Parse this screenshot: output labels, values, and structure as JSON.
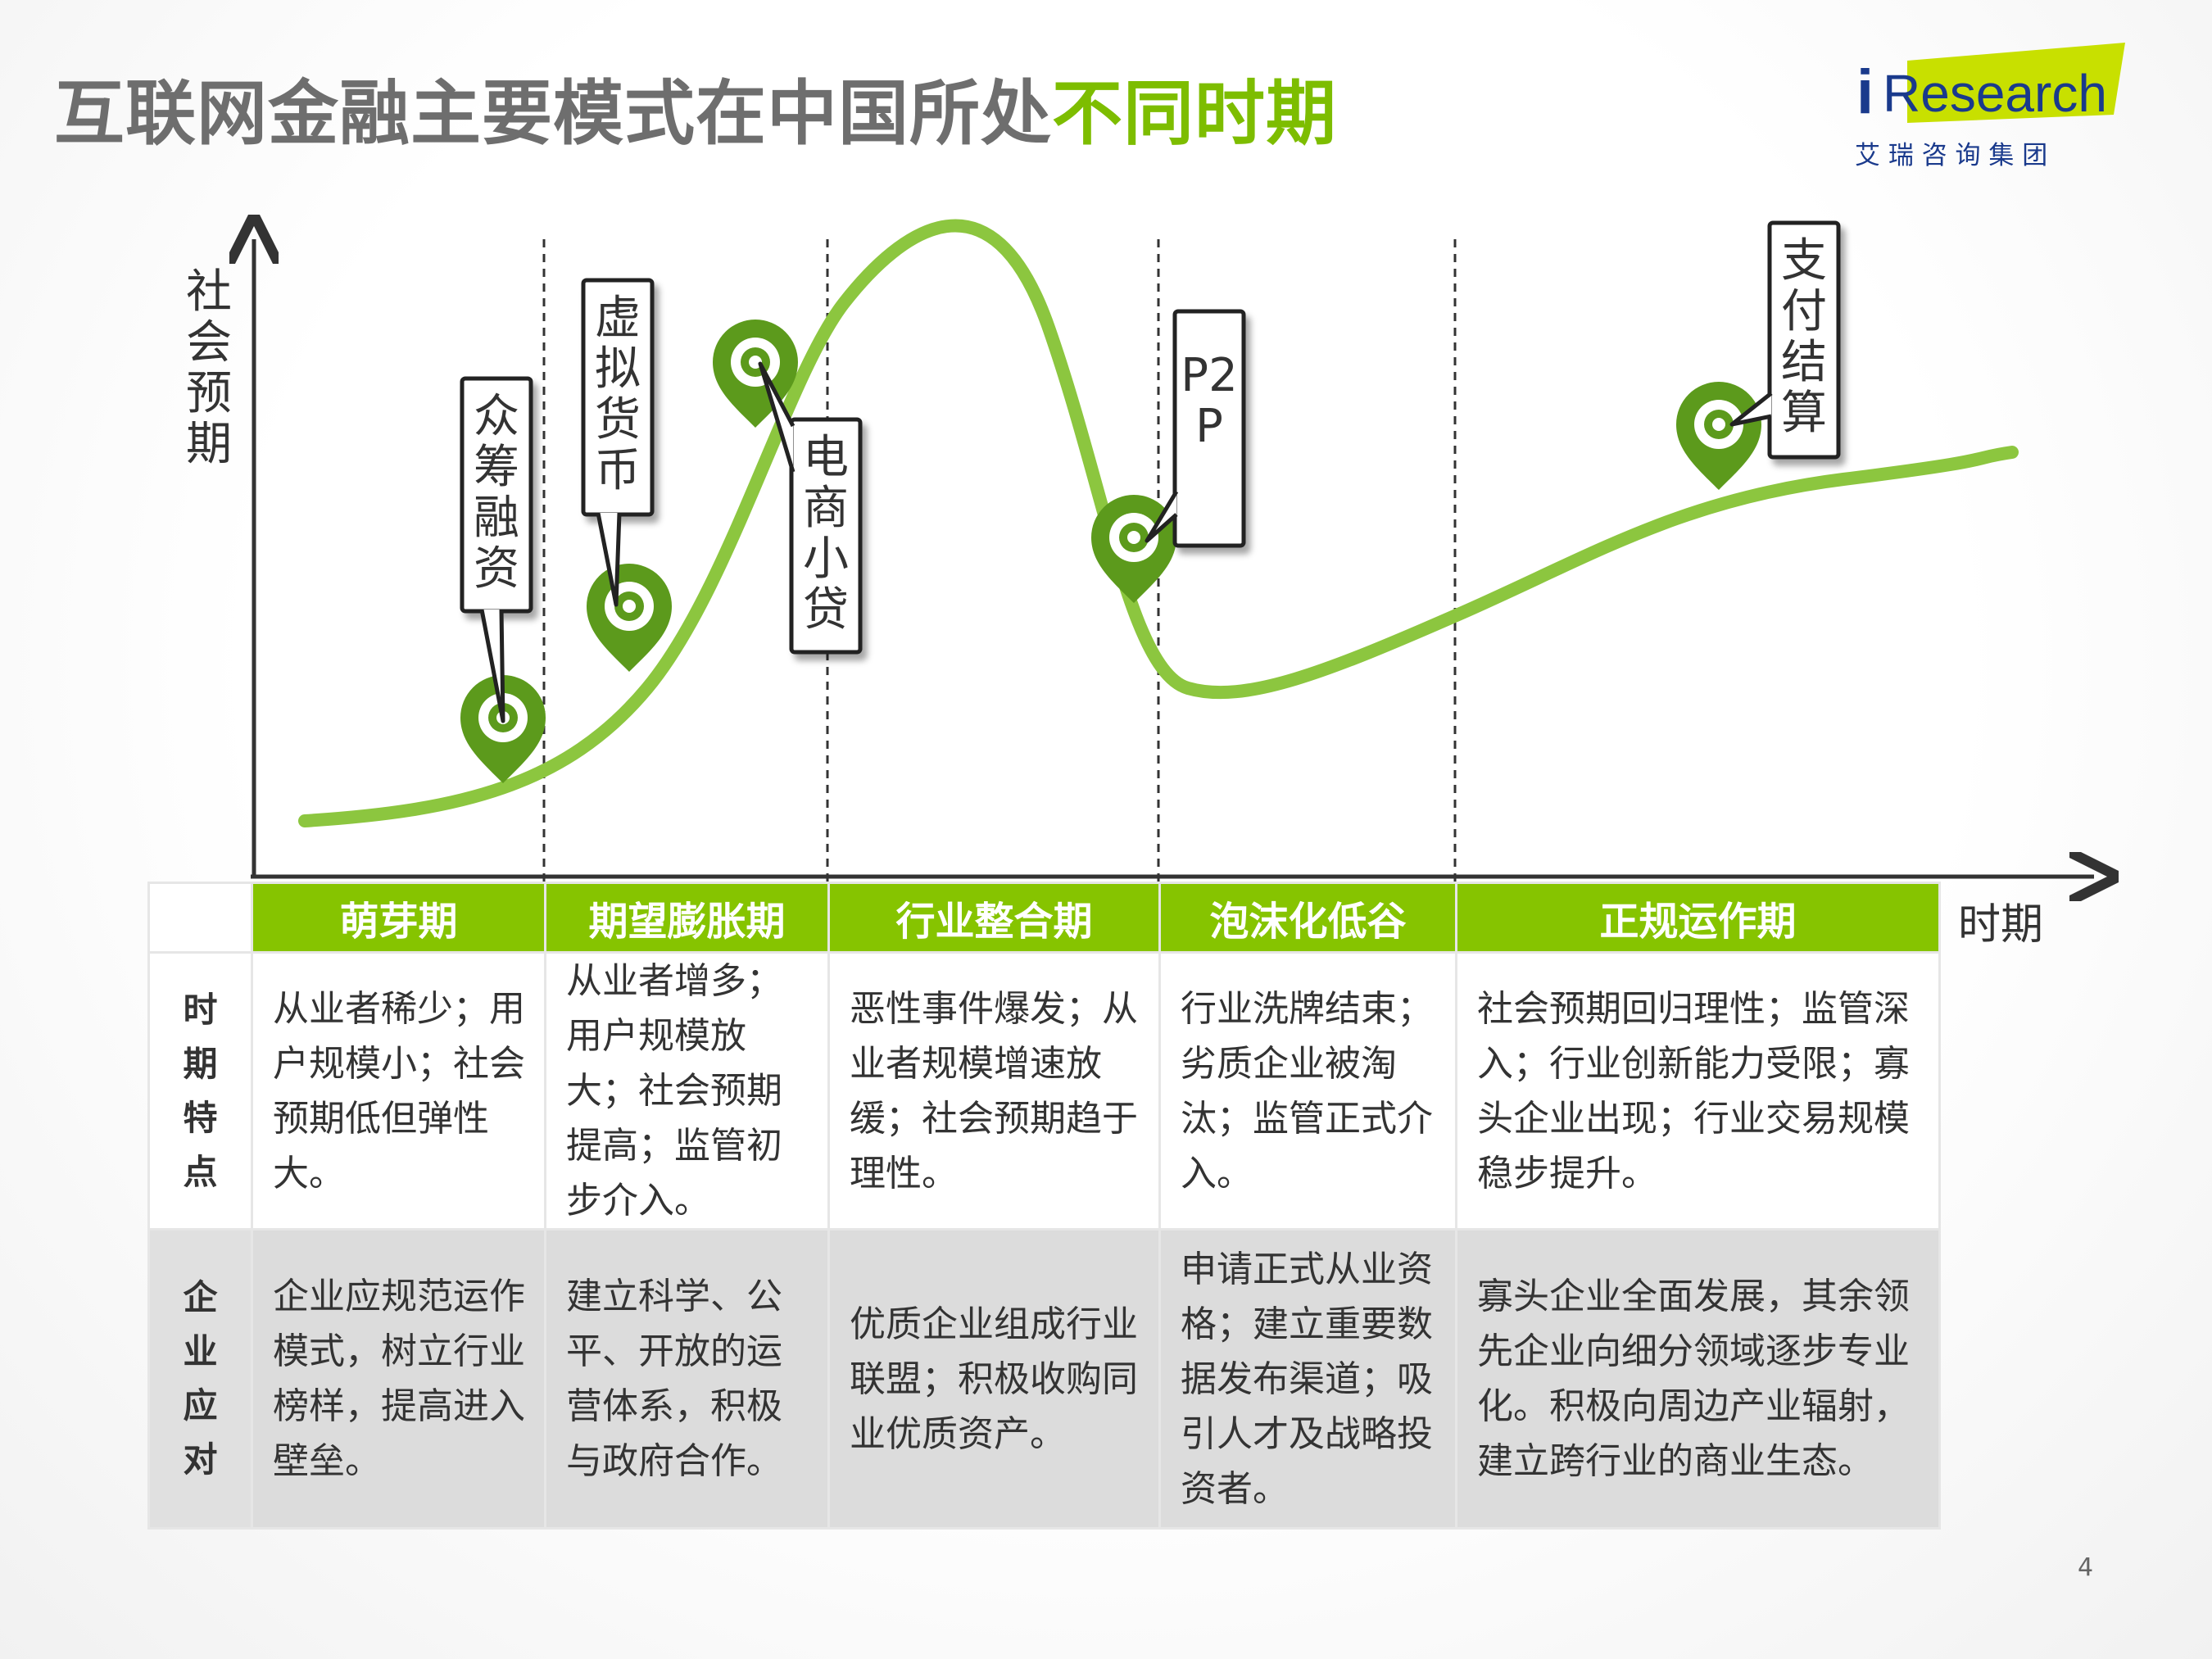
{
  "title": {
    "main": "互联网金融主要模式在中国所处",
    "highlight": "不同时期"
  },
  "logo": {
    "brand_i": "i",
    "brand_rest": "Research",
    "subtitle": "艾 瑞 咨 询 集 团"
  },
  "axes": {
    "y_label": "社会预期",
    "x_label": "时期"
  },
  "models": [
    "众筹融资",
    "虚拟货币",
    "电商小贷",
    "P2P",
    "支付结算"
  ],
  "stages": [
    "萌芽期",
    "期望膨胀期",
    "行业整合期",
    "泡沫化低谷",
    "正规运作期"
  ],
  "rows": [
    {
      "label": "时期特点",
      "cells": [
        "从业者稀少；用户规模小；社会预期低但弹性大。",
        "从业者增多；用户规模放大；社会预期提高；监管初步介入。",
        "恶性事件爆发；从业者规模增速放缓；社会预期趋于理性。",
        "行业洗牌结束；劣质企业被淘汰；监管正式介入。",
        "社会预期回归理性；监管深入；行业创新能力受限；寡头企业出现；行业交易规模稳步提升。"
      ]
    },
    {
      "label": "企业应对",
      "cells": [
        "企业应规范运作模式，树立行业榜样，提高进入壁垒。",
        "建立科学、公平、开放的运营体系，积极与政府合作。",
        "优质企业组成行业联盟；积极收购同业优质资产。",
        "申请正式从业资格；建立重要数据发布渠道；吸引人才及战略投资者。",
        "寡头企业全面发展，其余领先企业向细分领域逐步专业化。积极向周边产业辐射，建立跨行业的商业生态。"
      ]
    }
  ],
  "page_number": "4",
  "colors": {
    "accent": "#86c400",
    "curve": "#8cc63f",
    "pin": "#5c9a1c",
    "title": "#6e6e6e"
  }
}
